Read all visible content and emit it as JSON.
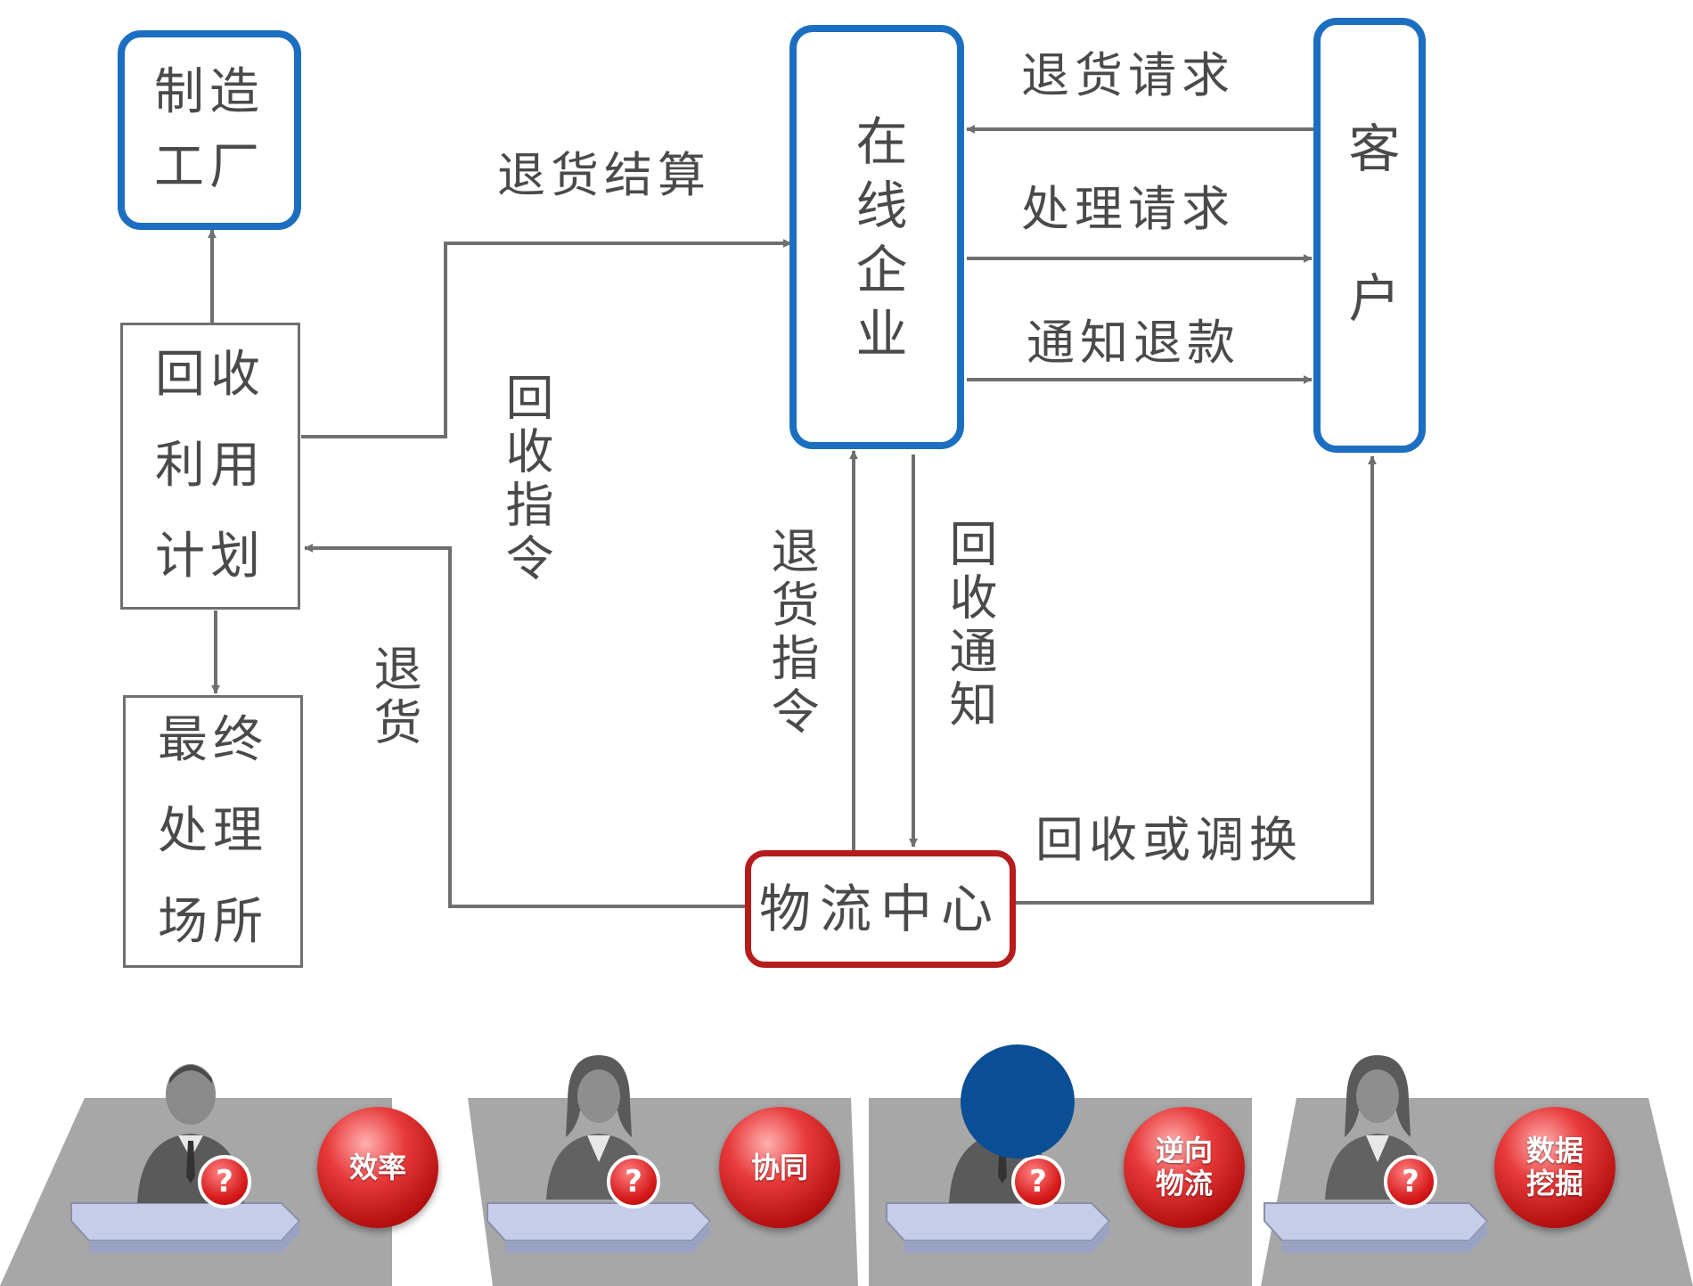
{
  "nodes": {
    "factory": "制造工厂",
    "recycle_plan": [
      "回收",
      "利用",
      "计划"
    ],
    "final_disposal": [
      "最终",
      "处理",
      "场所"
    ],
    "online_enterprise": "在线企业",
    "customer": "客户",
    "logistics_center": "物流中心"
  },
  "edge_labels": {
    "return_settlement": "退货结算",
    "return_request": "退货请求",
    "process_request": "处理请求",
    "refund_notice": "通知退款",
    "recycle_instruction": "回收指令",
    "return_goods": "退货",
    "return_instruction": "退货指令",
    "recycle_notice": "回收通知",
    "recycle_or_exchange": "回收或调换"
  },
  "question_mark": "?",
  "bottom_panels": [
    {
      "bubble": "效率",
      "figure": "businessman-icon"
    },
    {
      "bubble": "协同",
      "figure": "businesswoman-icon"
    },
    {
      "bubble": "逆向物流",
      "figure": "businessman-icon"
    },
    {
      "bubble": "数据挖掘",
      "figure": "businesswoman-icon"
    }
  ],
  "colors": {
    "blue_border": "#1c6fc0",
    "red_border": "#b61c1c",
    "gray_line": "#6f6f6f",
    "panel_gray": "#a8a8a8",
    "blue_dot": "#0a4f96"
  }
}
